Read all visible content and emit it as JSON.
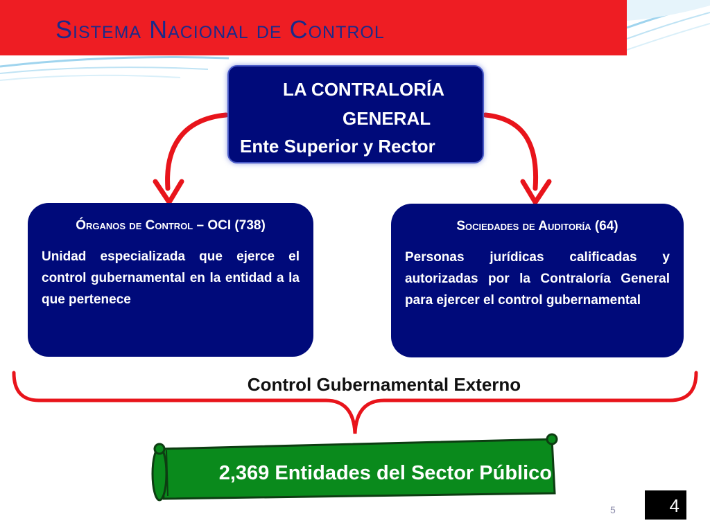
{
  "header": {
    "title": "Sistema Nacional de Control",
    "bar_color": "#ee1d23",
    "title_color": "#1a2a8a"
  },
  "top_box": {
    "line1": "LA CONTRALORÍA",
    "line2": "GENERAL",
    "line3": "Ente Superior  y Rector",
    "color": "#000a7a"
  },
  "left_box": {
    "title": "Órganos de Control – OCI (738)",
    "description": "Unidad especializada que ejerce el control gubernamental en la entidad a la que pertenece"
  },
  "right_box": {
    "title": "Sociedades de Auditoría (64)",
    "description": "Personas jurídicas calificadas y autorizadas por la Contraloría General para ejercer el control gubernamental"
  },
  "bracket": {
    "label": "Control Gubernamental Externo",
    "color": "#e8141b"
  },
  "scroll_banner": {
    "text": "2,369 Entidades del Sector Público",
    "color": "#0a8a1c"
  },
  "footer": {
    "page_number": "5",
    "slide_badge": "4"
  }
}
